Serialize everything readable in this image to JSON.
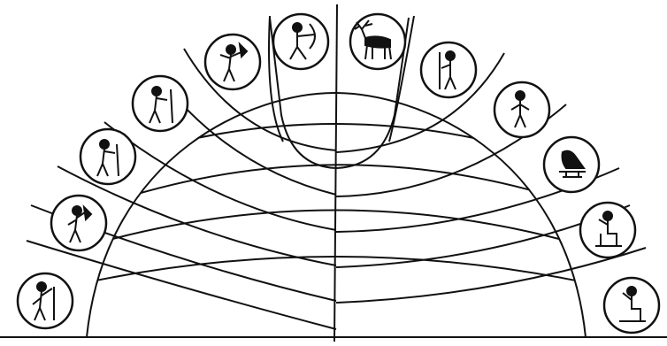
{
  "diagram": {
    "colors": {
      "background": "#ffffff",
      "ink": "#111111"
    },
    "medallions": [
      {
        "name": "medallion-seated-figure-left",
        "icon": "standing-figure-drinking-icon"
      },
      {
        "name": "medallion-figure-with-staff-1",
        "icon": "figure-carrying-object-icon"
      },
      {
        "name": "medallion-figure-with-staff-2",
        "icon": "figure-with-staff-icon"
      },
      {
        "name": "medallion-figure-with-staff-3",
        "icon": "figure-with-staff-icon"
      },
      {
        "name": "medallion-figure-carrying",
        "icon": "figure-carrying-object-icon"
      },
      {
        "name": "medallion-figure-with-bow",
        "icon": "figure-with-bow-icon"
      },
      {
        "name": "medallion-stag",
        "icon": "stag-icon"
      },
      {
        "name": "medallion-deity-with-spear",
        "icon": "deity-with-spear-icon"
      },
      {
        "name": "medallion-standing-figure",
        "icon": "standing-figure-icon"
      },
      {
        "name": "medallion-falcon-on-perch",
        "icon": "falcon-icon"
      },
      {
        "name": "medallion-seated-figure-right-1",
        "icon": "seated-figure-icon"
      },
      {
        "name": "medallion-seated-figure-right-2",
        "icon": "seated-figure-icon"
      }
    ]
  }
}
